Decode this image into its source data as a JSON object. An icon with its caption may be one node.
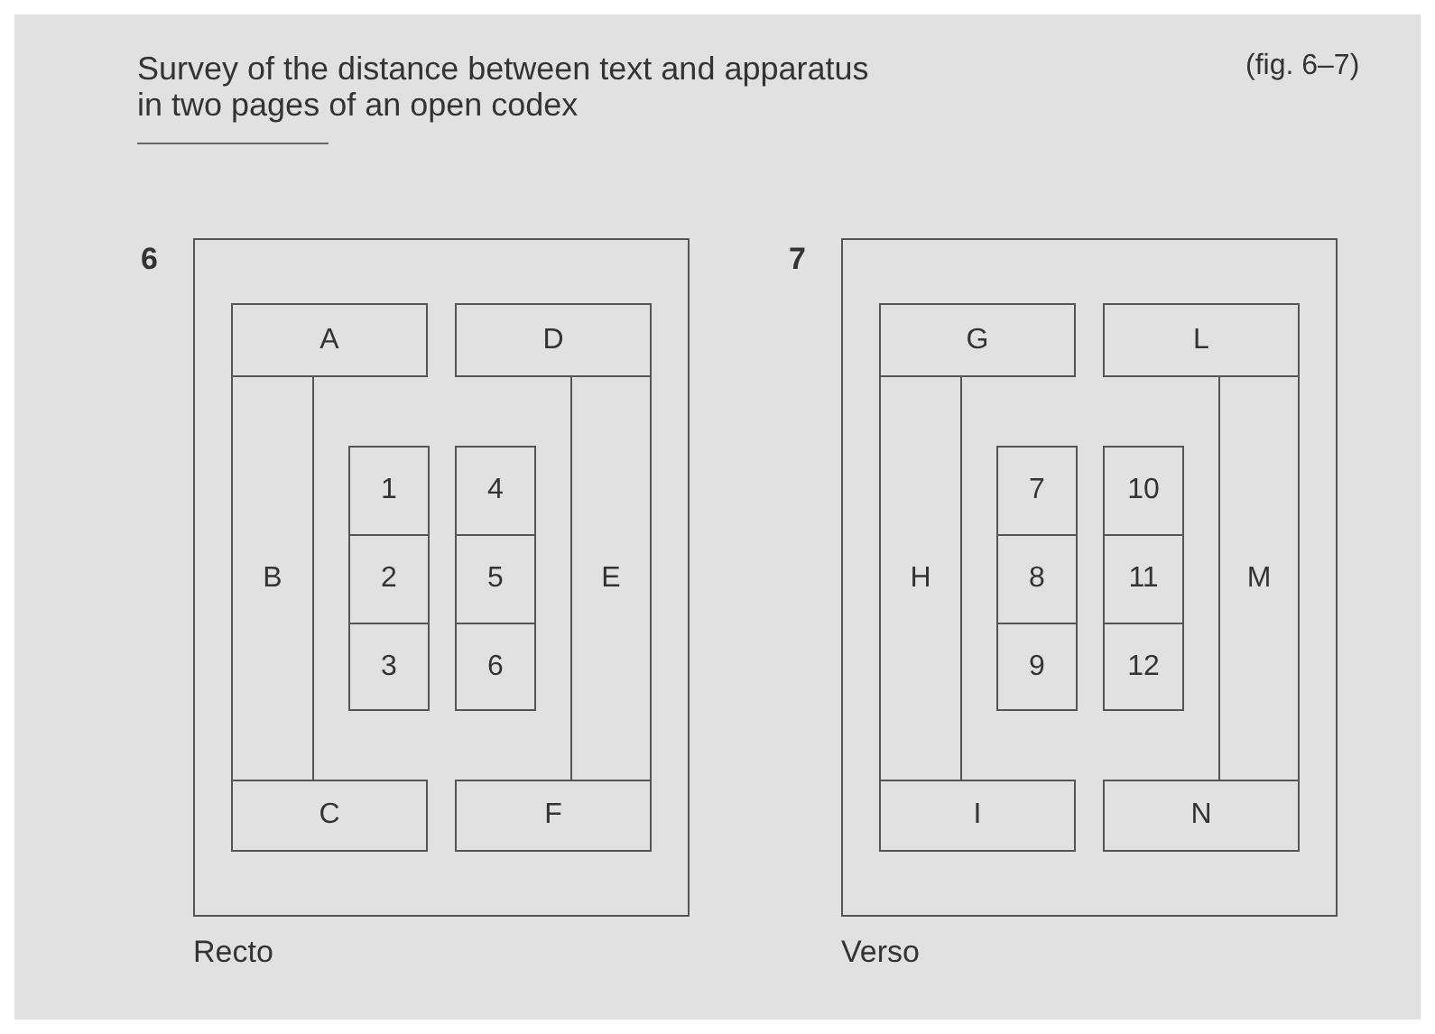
{
  "diagram": {
    "title": "Survey of the distance between text and apparatus in two pages of an open codex",
    "nodes": [
      {
        "text": [
          "6"
        ],
        "beside": [
          "Recto"
        ]
      },
      {
        "text": [
          "A"
        ],
        "in": 0
      },
      {
        "text": [
          "B"
        ],
        "in": 0
      },
      {
        "text": [
          "C"
        ],
        "in": 0
      },
      {
        "text": [
          "1"
        ],
        "in": 0
      },
      {
        "text": [
          "2"
        ],
        "in": 0
      },
      {
        "text": [
          "3"
        ],
        "in": 0
      },
      {
        "text": [
          "4"
        ],
        "in": 0
      },
      {
        "text": [
          "5"
        ],
        "in": 0
      },
      {
        "text": [
          "6"
        ],
        "in": 0
      },
      {
        "text": [
          "D"
        ],
        "in": 0
      },
      {
        "text": [
          "E"
        ],
        "in": 0
      },
      {
        "text": [
          "F"
        ],
        "in": 0
      },
      {
        "text": [
          "7"
        ],
        "beside": [
          "Verso"
        ]
      },
      {
        "text": [
          "G"
        ],
        "in": 13
      },
      {
        "text": [
          "H"
        ],
        "in": 13
      },
      {
        "text": [
          "I"
        ],
        "in": 13
      },
      {
        "text": [
          "7"
        ],
        "in": 13
      },
      {
        "text": [
          "8"
        ],
        "in": 13
      },
      {
        "text": [
          "9"
        ],
        "in": 13
      },
      {
        "text": [
          "10"
        ],
        "in": 13
      },
      {
        "text": [
          "11"
        ],
        "in": 13
      },
      {
        "text": [
          "12"
        ],
        "in": 13
      },
      {
        "text": [
          "L"
        ],
        "in": 13
      },
      {
        "text": [
          "M"
        ],
        "in": 13
      },
      {
        "text": [
          "N"
        ],
        "in": 13
      }
    ],
    "edges": [],
    "labels": [
      "(fig. 6–7)"
    ]
  }
}
